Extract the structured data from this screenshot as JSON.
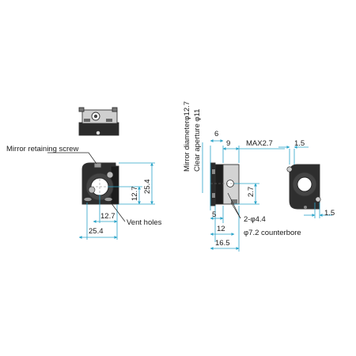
{
  "labels": {
    "mirror_retaining_screw": "Mirror retaining screw",
    "vent_holes": "Vent holes",
    "mirror_diameter": "Mirror diameterφ12.7",
    "clear_aperture": "Clear aperture φ11",
    "tapped_holes": "2-φ4.4",
    "counterbore": "φ7.2 counterbore"
  },
  "dimensions": {
    "front_vent_spacing": "12.7",
    "front_width": "25.4",
    "front_center_height": "12.7",
    "front_height": "25.4",
    "side_depth_top": "6",
    "side_step": "9",
    "side_max": "MAX2.7",
    "side_hole_height": "2.7",
    "side_bottom_5": "5",
    "side_bottom_12": "12",
    "side_bottom_16_5": "16.5",
    "back_top": "1.5",
    "back_right": "1.5"
  },
  "colors": {
    "dimension_line": "#2aa4c9",
    "part_body": "#1f1f1f",
    "text": "#1a1a1a"
  }
}
